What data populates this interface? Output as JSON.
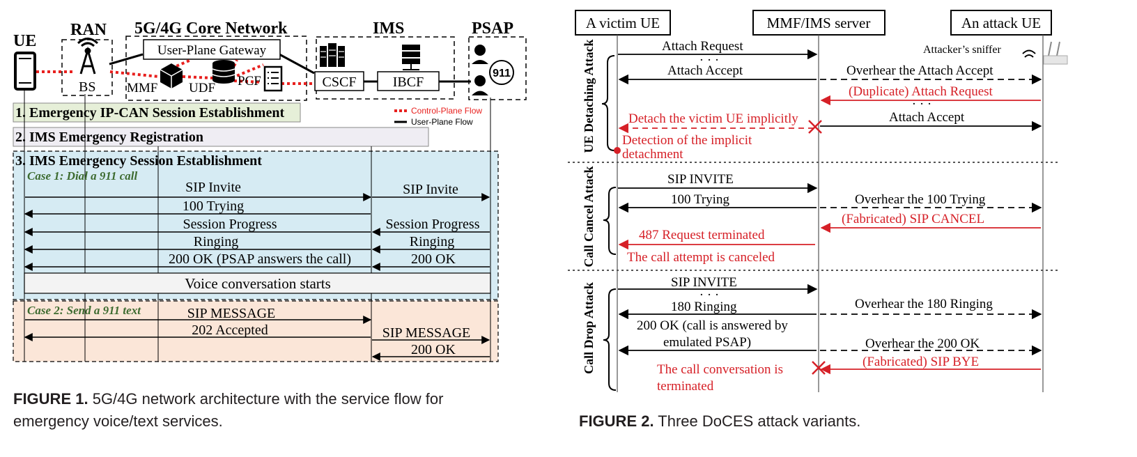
{
  "fig1": {
    "labels": {
      "ue": "UE",
      "ran": "RAN",
      "core": "5G/4G Core Network",
      "ims": "IMS",
      "psap": "PSAP",
      "bs": "BS",
      "upg": "User-Plane Gateway",
      "mmf": "MMF",
      "udf": "UDF",
      "pcf": "PCF",
      "cscf": "CSCF",
      "ibcf": "IBCF",
      "num911": "911"
    },
    "legend": {
      "control": "Control-Plane Flow",
      "user": "User-Plane Flow"
    },
    "phases": [
      "1. Emergency IP-CAN Session Establishment",
      "2. IMS Emergency Registration",
      "3. IMS Emergency Session Establishment"
    ],
    "case1": {
      "title": "Case 1: Dial a 911 call",
      "msgs": [
        "SIP Invite",
        "SIP Invite",
        "100 Trying",
        "Session Progress",
        "Session Progress",
        "Ringing",
        "Ringing",
        "200 OK (PSAP answers the call)",
        "200 OK"
      ],
      "voice": "Voice conversation starts"
    },
    "case2": {
      "title": "Case 2: Send a 911 text",
      "msgs": [
        "SIP MESSAGE",
        "202 Accepted",
        "SIP MESSAGE",
        "200 OK"
      ]
    },
    "colors": {
      "control": "#e8201e",
      "phase1": "#e6efd8",
      "phase2": "#efedf3",
      "case1": "#d6ebf3",
      "case2": "#fbe6d8"
    },
    "caption_label": "FIGURE 1.",
    "caption_text": "5G/4G network architecture with the service flow for emergency voice/text services."
  },
  "fig2": {
    "headers": [
      "A victim UE",
      "MMF/IMS server",
      "An attack UE"
    ],
    "sniffer": "Attacker’s sniffer",
    "sections": [
      "UE Detaching Attack",
      "Call Cancel Attack",
      "Call Drop Attack"
    ],
    "s1": [
      "Attach Request",
      "Attach Accept",
      "Overhear the Attach Accept",
      "(Duplicate) Attach Request",
      "Attach Accept",
      "Detach the victim  UE implicitly",
      "Detection of the implicit",
      "detachment"
    ],
    "s2": [
      "SIP INVITE",
      "100 Trying",
      "Overhear the 100 Trying",
      "(Fabricated) SIP CANCEL",
      "487 Request terminated",
      "The call attempt is  canceled"
    ],
    "s3": [
      "SIP INVITE",
      "180 Ringing",
      "Overhear the 180 Ringing",
      "200 OK  (call is answered by",
      "emulated PSAP)",
      "Overhear the 200 OK",
      "(Fabricated) SIP BYE",
      "The call conversation is",
      "terminated"
    ],
    "ellipsis": "· · ·",
    "colors": {
      "attack": "#d62027"
    },
    "caption_label": "FIGURE 2.",
    "caption_text": "Three DoCES attack variants."
  }
}
